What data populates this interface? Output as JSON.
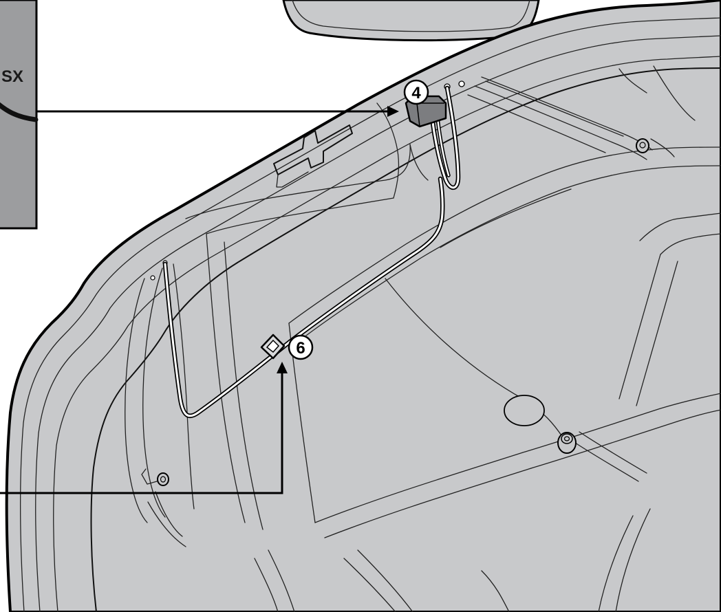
{
  "figure": {
    "side_panel_label": "SX",
    "callouts": [
      {
        "number": "4",
        "part": "connector-housing"
      },
      {
        "number": "6",
        "part": "cable-clip"
      }
    ]
  },
  "colors": {
    "shell_fill": "#c8c9cb",
    "panel_fill": "#9c9d9f",
    "part_fill": "#7c7d80",
    "outline": "#000000",
    "cable": "#ffffff"
  }
}
